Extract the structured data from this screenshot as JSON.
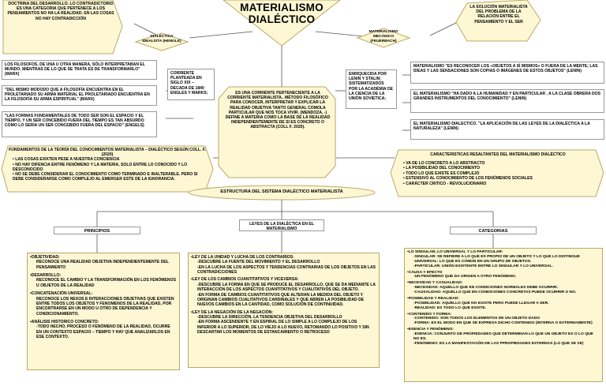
{
  "title": {
    "line1": "MATERIALISMO",
    "line2": "DIALÉCTICO"
  },
  "top_left_note": "DOCTRINA DEL DESARROLLO. LO CONTRADICTORIO ES UNA CATEGORIA QUE PERTENECE A LOS PENSAMIENTOS NO HA LA REALIDAD. EN LAS COSAS NO HAY CONTRADICCIÓN",
  "top_right_note": "LA SOLUCIÓN MATERIALISTA DEL PROBLEMA DE LA RELACIÓN ENTRE EL PENSAMIENTO Y EL SER",
  "dialectica_idealista": "DIALÉCTICA IDEALISTA (HENGLE)",
  "materialismo_mecanico": "MATERIALISMO MECÁNICO (FEUERBACH)",
  "left_quotes": [
    "LOS FILOSOFOS, DE UNA U OTRA MANERA, SÓLO INTERPRETABAN EL MUNDO, MIENTRAS DE LO QUE SE TRATA ES DE TRANSFORMARLO\" (MARX)",
    "\"DEL MISMO MODODO QUE A FILOSOFÍA ENCUENTRA EN EL PROLETARIADO SU ARMA MATERIAL EL PROLETARIADO ENCUENTRA EN LA FILOSOFÍA SU ARMA ESPIRITUAL\" (MARX)",
    "\"LAS FORMAS FUNDAMENTALES DE TODO SER SON EL ESPACIO Y EL TIEMPO, Y UN SER CONCEBIDO FUERA DEL TIEMPO ES TAN ABSURDO COMO LO SERIA UN SER CONCEBIDO FUERA DEL ESPACIO\" (ENGELS)"
  ],
  "corriente": "CORRIENTE PLANTEADA EN SIGLO XIX – DECADA DE 1840 ENGLES Y MARKS;",
  "central": "ES UNA CORRIENTE PERTENECIENTE A LA CORRIENTE MATERIALISTA.. MÉTODO FILOSÓFICO PARA CONOCER, INTERPRETAR Y EXPLICAR LA REALIDAD OBJETIVA TANTO GENERAL COMOLA PARTICULAR QUE NOS TOCA VIVIR. (MENDOZA, -) DEFINE A MATERIA COMO LA BASE DE LA REALIDAD INDEPENDIENTEMENTE DE SI ES CONCRETO O ABSTRACTA (COLL F. 2020).",
  "enriquecida": "ENRIQUECIDA POR LENIN Y STALIN; SISTEMATIZADOS POR LA ACADÉMIA DE LA CIENCIA DE LA UNIÓN SOVIETICA;",
  "right_quotes": [
    "MATERIALISMO \"ES RECONOCER LOS «OBJETOS A SÍ MISMOS» O FUERA DE LA MENTE; LAS IDEAS Y LAS SENSACIONES SON COPIAS O IMÁGENES DE ESTOS OBJETOS\" (LENIN)",
    "EL MATERIALISMO \"HA DADO A LA HUMANIDAD Y EN PARTICULAR , A LA CLASE OBRERA DOS GRANDES INSTRUMENTOS DEL CONOCIMIENTO\" (LENIN)",
    "EL MATERIALISMO DIALECTICO. \"LA APLICACIÓN DE LAS LEYES DE LA DIALÉCTICA A LA NATURALEZA\" (LENIN)"
  ],
  "fundamentos": {
    "title": "FUNDAMENTOS DE LA TEORÍA DEL CONOCIMIENTOS MATERIALISTA – DIALÉCTICO SEGÚN COLL. F. (2020)",
    "items": [
      "LAS COSAS EXIXTEN PESE A NUESTRA CONCIENCIA",
      "NO HAY DIFENCIA ENTRE FENÓMENO Y LA MATERIA, SOLO ENTRE LO CONOCIDO Y LO DESCONOCIDO",
      "NO SE DEBE CONSIDERAR EL CONOCIMIENTO COMO TERMINADO E INALTERABLE. PERO SI DEBE CONSIDERARSE COMO COMPLEJO AL EMERGER ESTE DE LA IGNORANCIA."
    ]
  },
  "caracteristicas": {
    "title": "CARACTERISTICAS RESALTANTES DEL MATERIALISMO DIALÉCTICO",
    "items": [
      "VA DE LO CONCRETO A LO ABSTRACTO",
      "LA POSIBILIDAD DEL CONOCIMIENTO",
      "TODO LO QUE EXISTE ES COMPLEJO",
      "EXTENSIVO AL CONOCIMIENTO DE LOS FENÓMENOS SOCIALES",
      "CARÁCTER CRITICO - REVOLUCIONARIO"
    ]
  },
  "estructura": "ESTRUCTURA DEL SISTEMA DIALÉCTICO MATERIALISTA",
  "branches": {
    "principios": "PRINCIPIOS",
    "leyes": "LEYES DE LA DIALÉCTICA EN EL MATERIALISMO",
    "categorias": "CATEGORIAS"
  },
  "principios_items": [
    {
      "lead": "•OBJETIVIDAD:",
      "text": "RECONOCE UNA REALIDAD OBJETIVA INDEPENDIENTEMENTE DEL PENSAMIENTO"
    },
    {
      "lead": "•DESARROLLO:",
      "text": "RECONOCE EL CAMBIO Y LA TRANSFORMACIÓN EN LOS FENÓMENOS U OBJETOS DE LA REALIDAD"
    },
    {
      "lead": "•CONCATENACIÓN UNIVERSAL:",
      "text": "RECONOCE LOS NEXOS E INTERACCIONES OBJETIVAS QUE EXISTEN ENTRE TODOS LOS OBJETOS Y FENOMENOS DE LA REALIDAD, POR ENCONTRARSE EN UN MODO U OTRO DE DEPENDENCIA Y CONDICIONAMIENTO."
    },
    {
      "lead": "•ANÁLISIS HISTORICO CONCRETO:",
      "text": "-TODO HECHO, PROCESO O FENÓMENO DE LA REALIDAD, OCURRE EN UN CONTEXTO ESPACIO – TIEMPO Y HAY QUE ANALIZARLOS EN ESE CONTEXTO."
    }
  ],
  "leyes_items": [
    {
      "lead": "•LEY DE LA UNIDAD Y LUCHA DE LOS CONTRARIOS:",
      "lines": [
        "-DESCUBRE LA FUENTE DEL MOVIMIENTO Y EL DESARROLLO",
        "-EN LA LUCHA DE LOS ASPECTOS Y TENDENCIAS CONTRARIAS DE LOS OBJETOS EN LAS CONTRADICCIONES"
      ]
    },
    {
      "lead": "•LEY DE LOS CAMBIOS CUANTITATIVOS Y VICEVERSA:",
      "lines": [
        "-DESCUBRE LA FORMA EN QUE SE PRODUCE EL DESARROLLO, QUE SE DA MEDIANTE LA INTERACCIÓN DE LOS ASPECTOS CUANTITATIVOS Y CUALITATIVOS DEL OBJETO.",
        "-EN FORMA DE CAMBIOS CUANTITATIVOS QUE ALTERAN LA MEDIDA DEL OBJETO Y ORIGINAN CAMBIOS CUALITATIVOS CARDINALES Y QUE ABREN LA POSIBILIDAD DE NUEVOS CAMBIOS EN LA CANTIDAD, COMO SOLUCIÓN DE CONTINUIDAD."
      ]
    },
    {
      "lead": "•LEY DE LA NEGACIÓN DE LA NEGACIÓN:",
      "lines": [
        "-DESCUBRE LA DIRECCIÓN, LA TENDENCIA OBJETIVA DEL DESARROLLO",
        "-EN FORMA ASCENDENTE Y EN ESPIRAL DE LO SIMPLE A LO COMPLEJO DE LOS INFERIOR A LO SUPERIOR, DE LO VIEJO A LO NUEVO, RETOMANDO LO POSITIVO Y SIN DESCARTAR LOS MOMENTOS DE ESTANCAMIENTO O RETROCESO"
      ]
    }
  ],
  "categorias_items": [
    {
      "lead": "•LO SINGULAR, LO UNIVERSAL Y LO PARTICULAR:",
      "lines": [
        "-SINGULAR: SE REFIERE A LO QUE ES PROPIO DE UN OBJETO Y LO QUE LO DISTINGUE",
        "-UNIVERSAL: LO QUE ES COMÚN EN UN GRUPO DE OBJETOS.",
        "-PARTICULAR: UNIÓN EXISTENTE ENTRE LO SINGULAR Y LO UNIVERSAL."
      ]
    },
    {
      "lead": "•CAUSA Y EFECTO",
      "lines": [
        "-UN FENÓMENO QUE DA ORIGEN A OTRO FENÓMENO."
      ]
    },
    {
      "lead": "•NECESIDAD Y CASUALIDAD:",
      "lines": [
        "-NECESIDAD: AQUELLO QUE EN CONDICIONES NORMALES DEBE OCURRIR.",
        "-CAUSALIDAD: AQUELLO QUE EN CONDICIONES CONCRETAS PUEDE OCURRIR O NO."
      ]
    },
    {
      "lead": "•POSIBILIDAD Y REALIDAD:",
      "lines": [
        "-POSIBILIDAD: AQUELLO QUE NO EXISTE PERO PUEDE LLEGAR A SER.",
        "-REALIDAD: ES TODO LO QUE EXISTE."
      ]
    },
    {
      "lead": "•CONTENIDO Y FORMA:",
      "lines": [
        "-CONTENIDO: SON TODOS LOS ELEMENTOS DE UN OBJETO DADO",
        "-FORMA: ES EL MODO EN QUE SE EXPRESA DICHO CONTENIDO (INTERNA O EXTERNAMENTE)"
      ]
    },
    {
      "lead": "•ESENCIA Y FENÓMENO:",
      "lines": [
        "-ESENCIA: CONJUNTO DE PROPIEDADES QUE DETERMINAN LO QUE UN OBJETO ES O LO QUE NO ES.",
        "-FENÓMENO: ES LA MANIFESTACIÓN DE LAS PPROPIEDADES EXTERNAS (LO QUE SE VE)"
      ]
    }
  ]
}
